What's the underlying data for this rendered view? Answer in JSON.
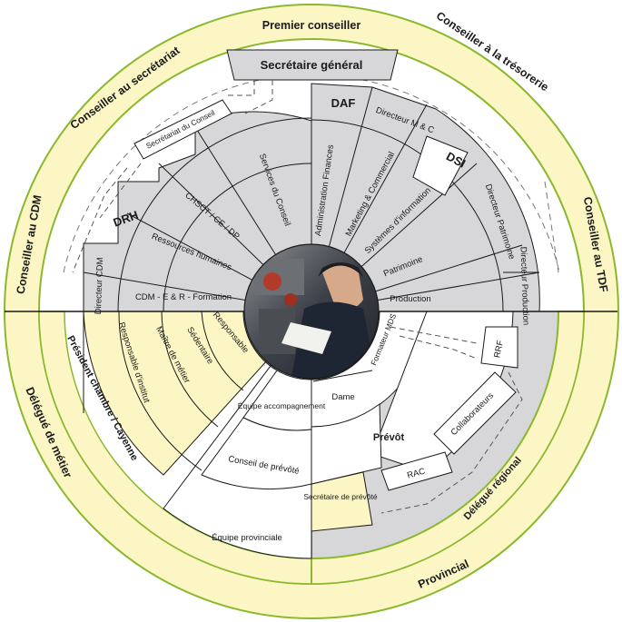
{
  "outer_ring": {
    "premier_conseiller": "Premier conseiller",
    "conseiller_tresorerie": "Conseiller à la trésorerie",
    "conseiller_tdf": "Conseiller au TDF",
    "conseiller_cdm": "Conseiller au CDM",
    "conseiller_secretariat": "Conseiller au secrétariat",
    "delegue_metier": "Délégué de métier",
    "provincial": "Provincial"
  },
  "second_ring": {
    "president_chambre": "Président chambre / Cayenne",
    "delegue_regional": "Délégué régional"
  },
  "top_half": {
    "secretaire_general": "Secrétaire général",
    "secretariat_conseil": "Secrétariat du Conseil",
    "services_conseil": "Services du Conseil",
    "chsct": "CHSCT / CE / DP",
    "ressources_humaines": "Ressources humaines",
    "drh": "DRH",
    "cdm_formation": "CDM - E & R - Formation",
    "directeur_cdm": "Directeur CDM",
    "daf": "DAF",
    "administration_finances": "Administration Finances",
    "directeur_mc": "Directeur M & C",
    "marketing": "Marketing & Commercial",
    "dsi": "DSI",
    "systemes_information": "Systèmes d'information",
    "directeur_patrimoine": "Directeur Patrimoine",
    "patrimoine": "Patrimoine",
    "directeur_production": "Directeur Production",
    "production": "Production"
  },
  "bottom_half": {
    "responsable_institut": "Responsable d'institut",
    "maitre_metier": "Maître de métier",
    "sedentaire": "Sédentaire",
    "responsable": "Responsable",
    "equipe_accompagnement": "Équipe accompagnement",
    "conseil_prevote": "Conseil de prévôté",
    "equipe_provinciale": "Équipe provinciale",
    "formateur_mds": "Formateur MDS",
    "dame": "Dame",
    "prevot": "Prévôt",
    "rrf": "RRF",
    "collaborateurs": "Collaborateurs",
    "rac": "RAC",
    "secretaire_prevote": "Secrétaire de prévôté"
  },
  "colors": {
    "green_line": "#8ab82e",
    "cream": "#fbf6c4",
    "gray": "#d7d7d9",
    "border": "#1a1a1a"
  },
  "center_image": "photo-worker-reading-document"
}
